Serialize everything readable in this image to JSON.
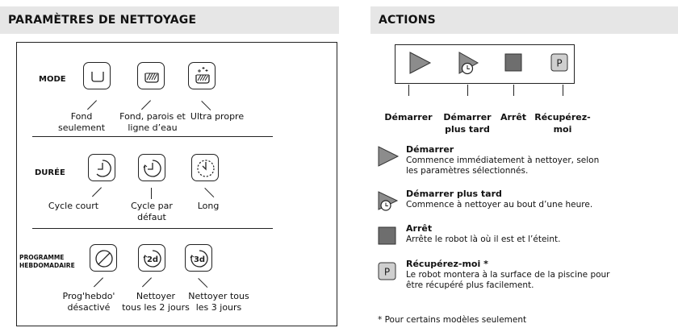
{
  "left_header": "PARAMÈTRES DE NETTOYAGE",
  "right_header": "ACTIONS",
  "mode": {
    "label": "MODE",
    "options": [
      {
        "icon": "floor-only-icon",
        "line1": "Fond",
        "line2": "seulement"
      },
      {
        "icon": "floor-walls-icon",
        "line1": "Fond, parois et",
        "line2": "ligne d’eau"
      },
      {
        "icon": "ultra-clean-icon",
        "line1": "Ultra propre",
        "line2": ""
      }
    ]
  },
  "duration": {
    "label": "DURÉE",
    "options": [
      {
        "icon": "short-cycle-icon",
        "line1": "Cycle court",
        "line2": ""
      },
      {
        "icon": "default-cycle-icon",
        "line1": "Cycle par",
        "line2": "défaut"
      },
      {
        "icon": "long-cycle-icon",
        "line1": "Long",
        "line2": ""
      }
    ]
  },
  "weekly": {
    "label_line1": "PROGRAMME",
    "label_line2": "HEBDOMADAIRE",
    "options": [
      {
        "icon": "schedule-off-icon",
        "line1": "Prog'hebdo'",
        "line2": "désactivé"
      },
      {
        "icon": "every-2-days-icon",
        "icon_text": "2d",
        "line1": "Nettoyer",
        "line2": "tous les 2 jours"
      },
      {
        "icon": "every-3-days-icon",
        "icon_text": "3d",
        "line1": "Nettoyer tous",
        "line2": "les 3 jours"
      }
    ]
  },
  "action_bar": {
    "buttons": [
      {
        "icon": "play-icon",
        "line1": "Démarrer",
        "line2": ""
      },
      {
        "icon": "delayed-start-icon",
        "line1": "Démarrer",
        "line2": "plus tard"
      },
      {
        "icon": "stop-icon",
        "line1": "Arrêt",
        "line2": ""
      },
      {
        "icon": "pickup-icon",
        "icon_text": "P",
        "line1": "Récupérez-",
        "line2": "moi"
      }
    ]
  },
  "legend": [
    {
      "icon": "play-icon",
      "title": "Démarrer",
      "desc_line1": "Commence immédiatement à nettoyer, selon",
      "desc_line2": "les paramètres sélectionnés."
    },
    {
      "icon": "delayed-start-icon",
      "title": "Démarrer plus tard",
      "desc_line1": "Commence à nettoyer au bout d’une heure.",
      "desc_line2": ""
    },
    {
      "icon": "stop-icon",
      "title": "Arrêt",
      "desc_line1": "Arrête le robot là où il est et l’éteint.",
      "desc_line2": ""
    },
    {
      "icon": "pickup-icon",
      "icon_text": "P",
      "title": "Récupérez-moi *",
      "desc_line1": "Le robot montera à la surface de la piscine pour",
      "desc_line2": "être récupéré plus facilement."
    }
  ],
  "footnote": "* Pour certains modèles seulement",
  "colors": {
    "header_bg": "#e6e6e6",
    "icon_fill": "#8c8c8c",
    "stop_fill": "#6e6e6e"
  }
}
